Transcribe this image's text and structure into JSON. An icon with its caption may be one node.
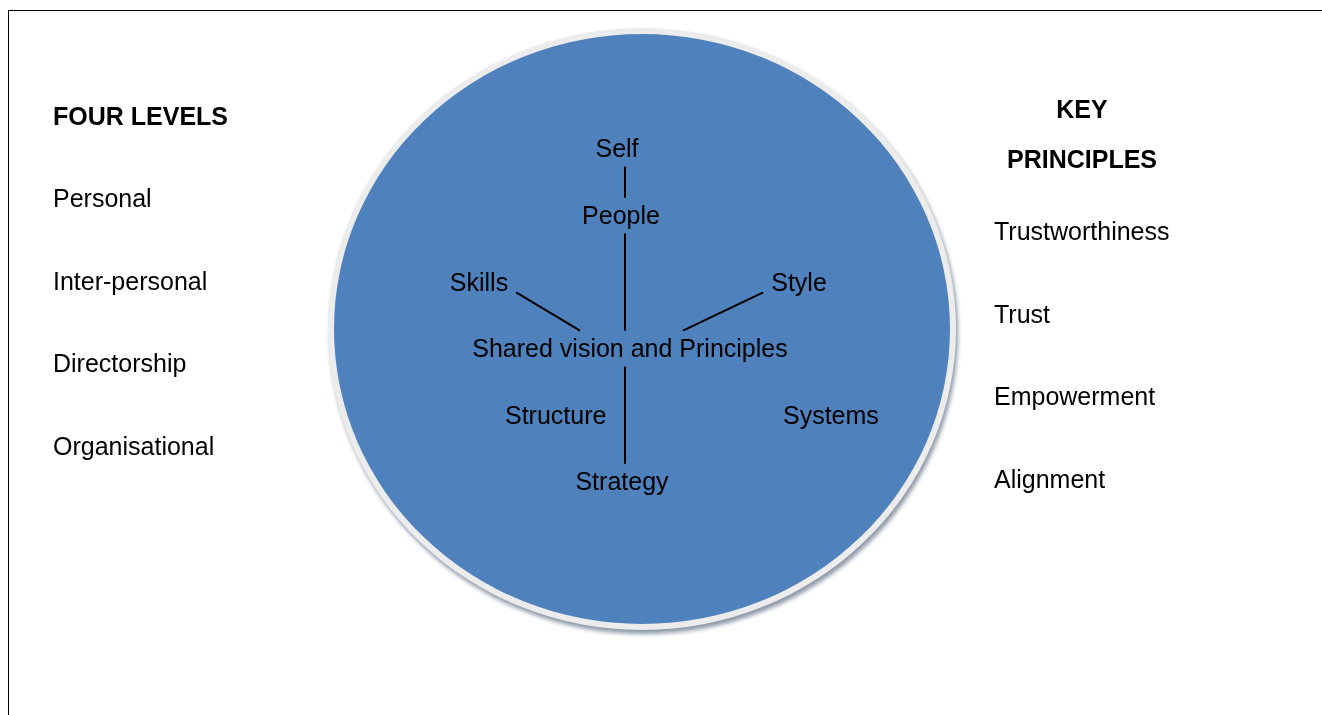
{
  "diagram": {
    "nodes": [
      {
        "text": [],
        "shape": "circle"
      },
      {
        "text": [
          "Self"
        ],
        "in": 0
      },
      {
        "text": [
          "People"
        ],
        "in": 0
      },
      {
        "text": [
          "Skills"
        ],
        "in": 0
      },
      {
        "text": [
          "Style"
        ],
        "in": 0
      },
      {
        "text": [
          "Shared vision and Principles"
        ],
        "in": 0
      },
      {
        "text": [
          "Strategy"
        ],
        "in": 0
      }
    ],
    "edges": [
      {
        "from": 1,
        "to": 2,
        "arrow": "none"
      },
      {
        "from": 2,
        "to": 5,
        "arrow": "none"
      },
      {
        "from": 3,
        "to": 5,
        "arrow": "none"
      },
      {
        "from": 4,
        "to": 5,
        "arrow": "none"
      },
      {
        "from": 5,
        "to": 6,
        "arrow": "none"
      }
    ],
    "labels": [
      "FOUR LEVELS",
      "Personal",
      "Inter-personal",
      "Directorship",
      "Organisational",
      "KEY PRINCIPLES",
      "Trustworthiness",
      "Trust",
      "Empowerment",
      "Alignment",
      "Structure",
      "Systems"
    ]
  }
}
